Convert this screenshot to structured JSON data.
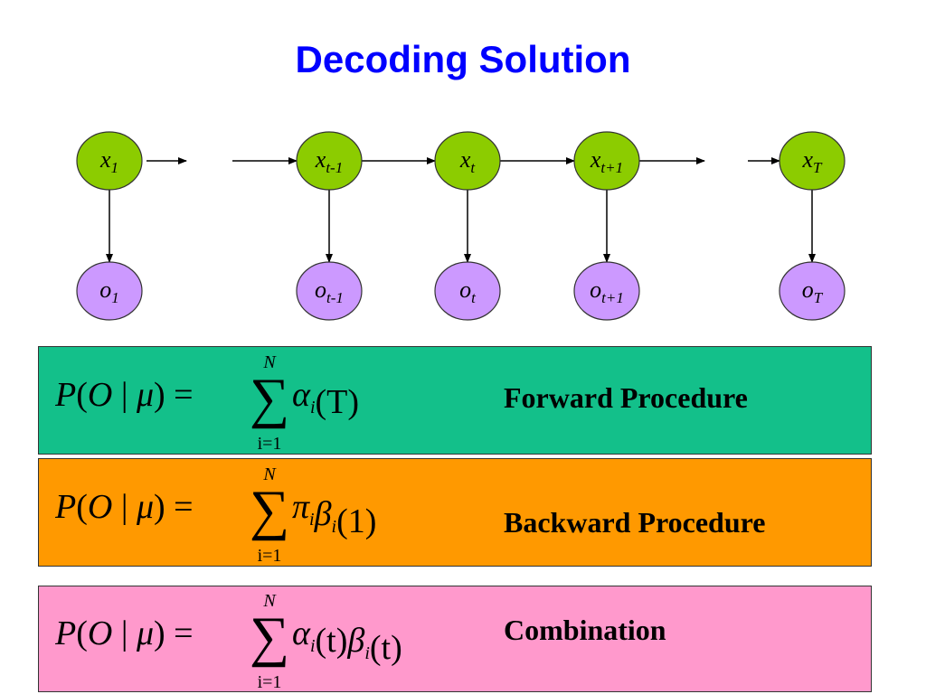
{
  "title": "Decoding Solution",
  "diagram": {
    "hidden_nodes": [
      {
        "base": "x",
        "sub": "1"
      },
      {
        "base": "x",
        "sub": "t-1"
      },
      {
        "base": "x",
        "sub": "t"
      },
      {
        "base": "x",
        "sub": "t+1"
      },
      {
        "base": "x",
        "sub": "T"
      }
    ],
    "observed_nodes": [
      {
        "base": "o",
        "sub": "1"
      },
      {
        "base": "o",
        "sub": "t-1"
      },
      {
        "base": "o",
        "sub": "t"
      },
      {
        "base": "o",
        "sub": "t+1"
      },
      {
        "base": "o",
        "sub": "T"
      }
    ],
    "colors": {
      "hidden_fill": "#8ccc00",
      "observed_fill": "#cc99ff",
      "node_stroke": "#333333"
    }
  },
  "procedures": [
    {
      "label": "Forward Procedure",
      "lhs": "P(O | μ) =",
      "sum_upper": "N",
      "sum_lower": "i=1",
      "rhs": [
        {
          "t": "α",
          "i": true
        },
        {
          "sub": "i"
        },
        {
          "t": "(T)"
        }
      ],
      "color": "#13c08a"
    },
    {
      "label": "Backward Procedure",
      "lhs": "P(O | μ) =",
      "sum_upper": "N",
      "sum_lower": "i=1",
      "rhs": [
        {
          "t": "π",
          "i": true
        },
        {
          "sub": "i"
        },
        {
          "t": "β",
          "i": true
        },
        {
          "sub": "i"
        },
        {
          "t": "(1)"
        }
      ],
      "color": "#ff9900"
    },
    {
      "label": "Combination",
      "lhs": "P(O | μ) =",
      "sum_upper": "N",
      "sum_lower": "i=1",
      "rhs": [
        {
          "t": "α",
          "i": true
        },
        {
          "sub": "i"
        },
        {
          "t": "(t)"
        },
        {
          "t": "β",
          "i": true
        },
        {
          "sub": "i"
        },
        {
          "t": "(t)"
        }
      ],
      "color": "#ff99cc"
    }
  ]
}
